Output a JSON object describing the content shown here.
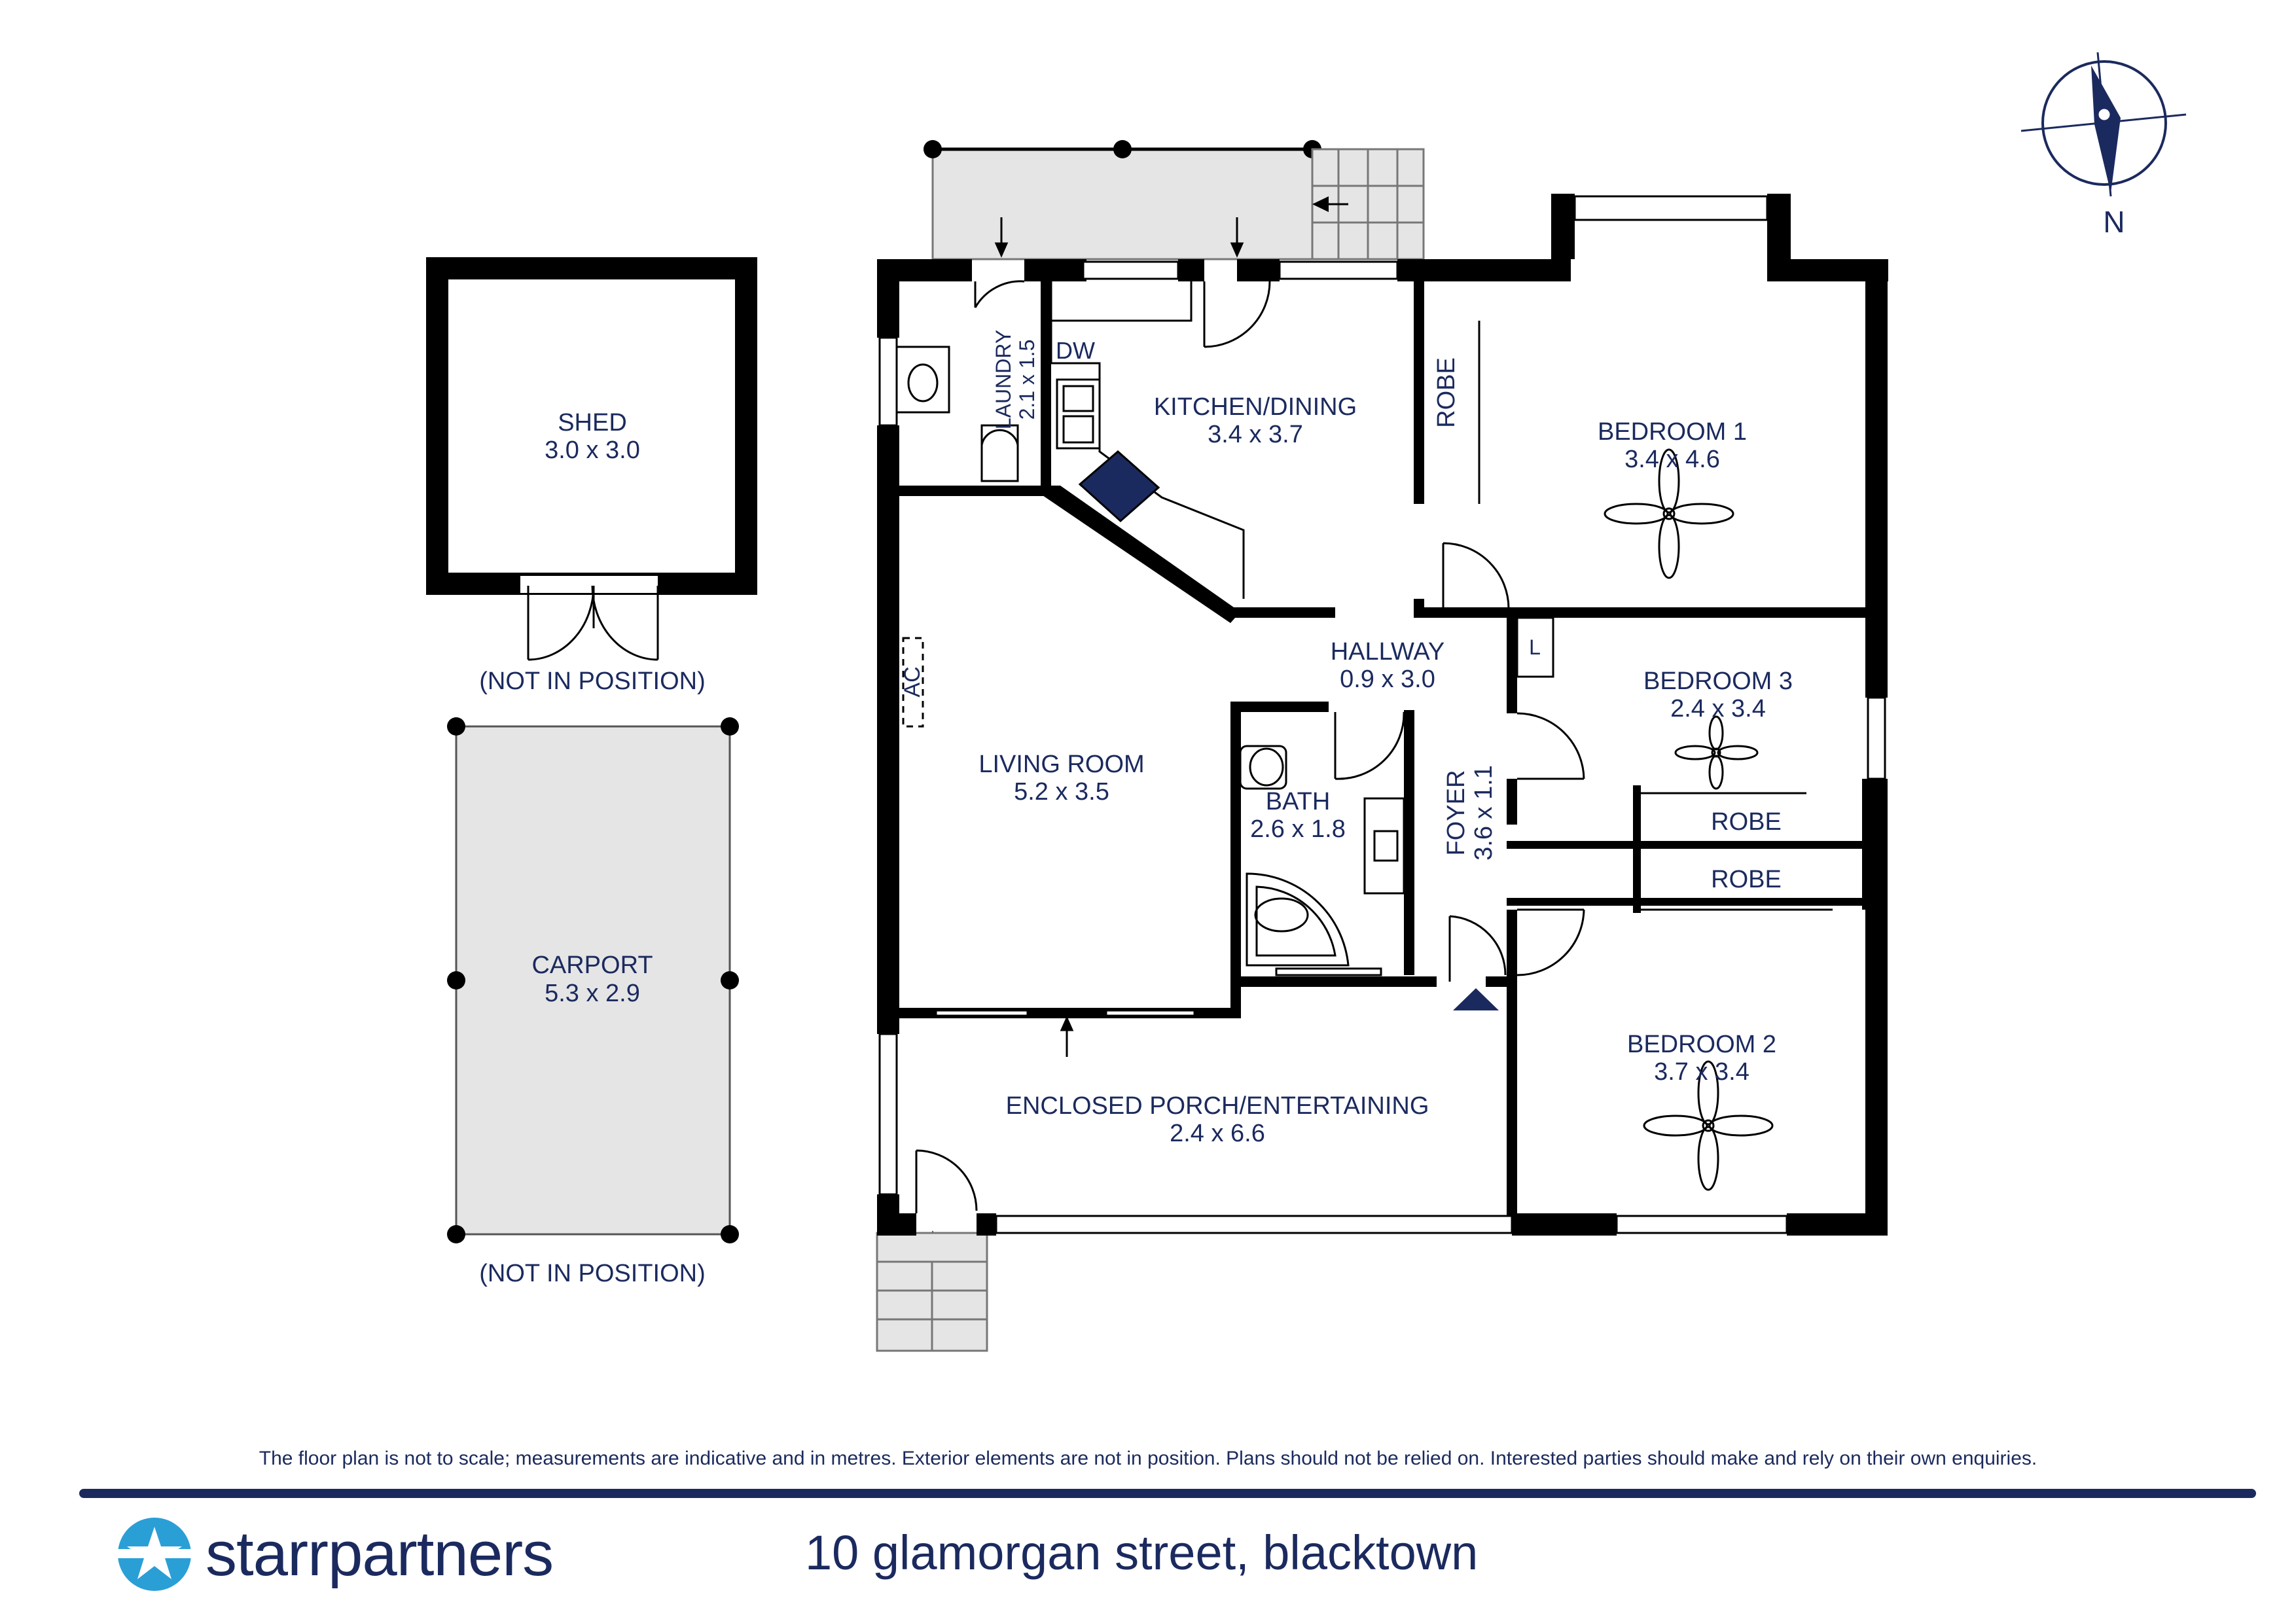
{
  "rooms": {
    "shed": {
      "name": "SHED",
      "size": "3.0 x 3.0",
      "note": "(NOT IN POSITION)"
    },
    "carport": {
      "name": "CARPORT",
      "size": "5.3 x 2.9",
      "note": "(NOT IN POSITION)"
    },
    "laundry": {
      "name": "LAUNDRY",
      "size": "2.1 x 1.5"
    },
    "kitchen": {
      "name": "KITCHEN/DINING",
      "size": "3.4 x 3.7"
    },
    "bedroom1": {
      "name": "BEDROOM 1",
      "size": "3.4 x 4.6"
    },
    "hallway": {
      "name": "HALLWAY",
      "size": "0.9 x 3.0"
    },
    "bedroom3": {
      "name": "BEDROOM 3",
      "size": "2.4 x 3.4"
    },
    "living": {
      "name": "LIVING ROOM",
      "size": "5.2 x 3.5"
    },
    "bath": {
      "name": "BATH",
      "size": "2.6 x 1.8"
    },
    "foyer": {
      "name": "FOYER",
      "size": "3.6 x 1.1"
    },
    "porch": {
      "name": "ENCLOSED PORCH/ENTERTAINING",
      "size": "2.4 x 6.6"
    },
    "bedroom2": {
      "name": "BEDROOM 2",
      "size": "3.7 x 3.4"
    }
  },
  "fixtures": {
    "dw": "DW",
    "robe": "ROBE",
    "ac": "AC",
    "linen": "L"
  },
  "compass": {
    "north": "N"
  },
  "disclaimer": "The floor plan is not to scale; measurements are indicative and in metres. Exterior elements are not in position. Plans should not be relied on. Interested parties should make and rely on their own enquiries.",
  "brand": {
    "name_part1": "starr",
    "name_part2": "partners"
  },
  "address": "10 glamorgan street, blacktown",
  "colors": {
    "navy": "#1b2a5e",
    "accent": "#2a9fd6",
    "wall": "#000000",
    "exterior_fill": "#e5e5e5"
  }
}
